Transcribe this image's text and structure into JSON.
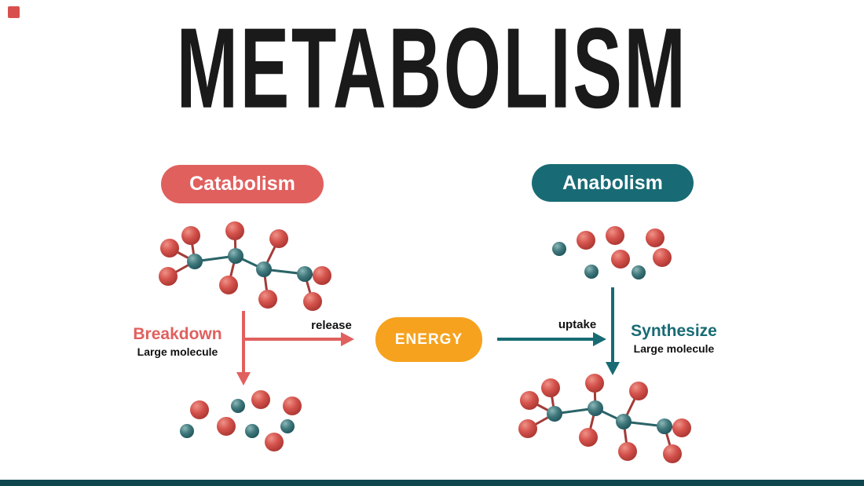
{
  "title": "METABOLISM",
  "pills": {
    "catabolism": "Catabolism",
    "anabolism": "Anabolism",
    "energy": "ENERGY"
  },
  "labels": {
    "breakdown": "Breakdown",
    "breakdown_sub": "Large molecule",
    "release": "release",
    "uptake": "uptake",
    "synthesize": "Synthesize",
    "synthesize_sub": "Large molecule"
  },
  "icons": {
    "left_large_molecule": "large-molecule-illustration",
    "left_small_molecules": "small-molecules-illustration",
    "right_small_molecules": "small-molecules-illustration",
    "right_large_molecule": "large-molecule-illustration",
    "release_arrow": "right-arrow",
    "breakdown_arrow": "down-arrow",
    "uptake_arrow": "right-arrow",
    "synthesize_arrow": "down-arrow"
  },
  "colors": {
    "red": "#e0605e",
    "teal": "#186b74",
    "orange": "#f6a21f",
    "title": "#1a1a1a"
  }
}
